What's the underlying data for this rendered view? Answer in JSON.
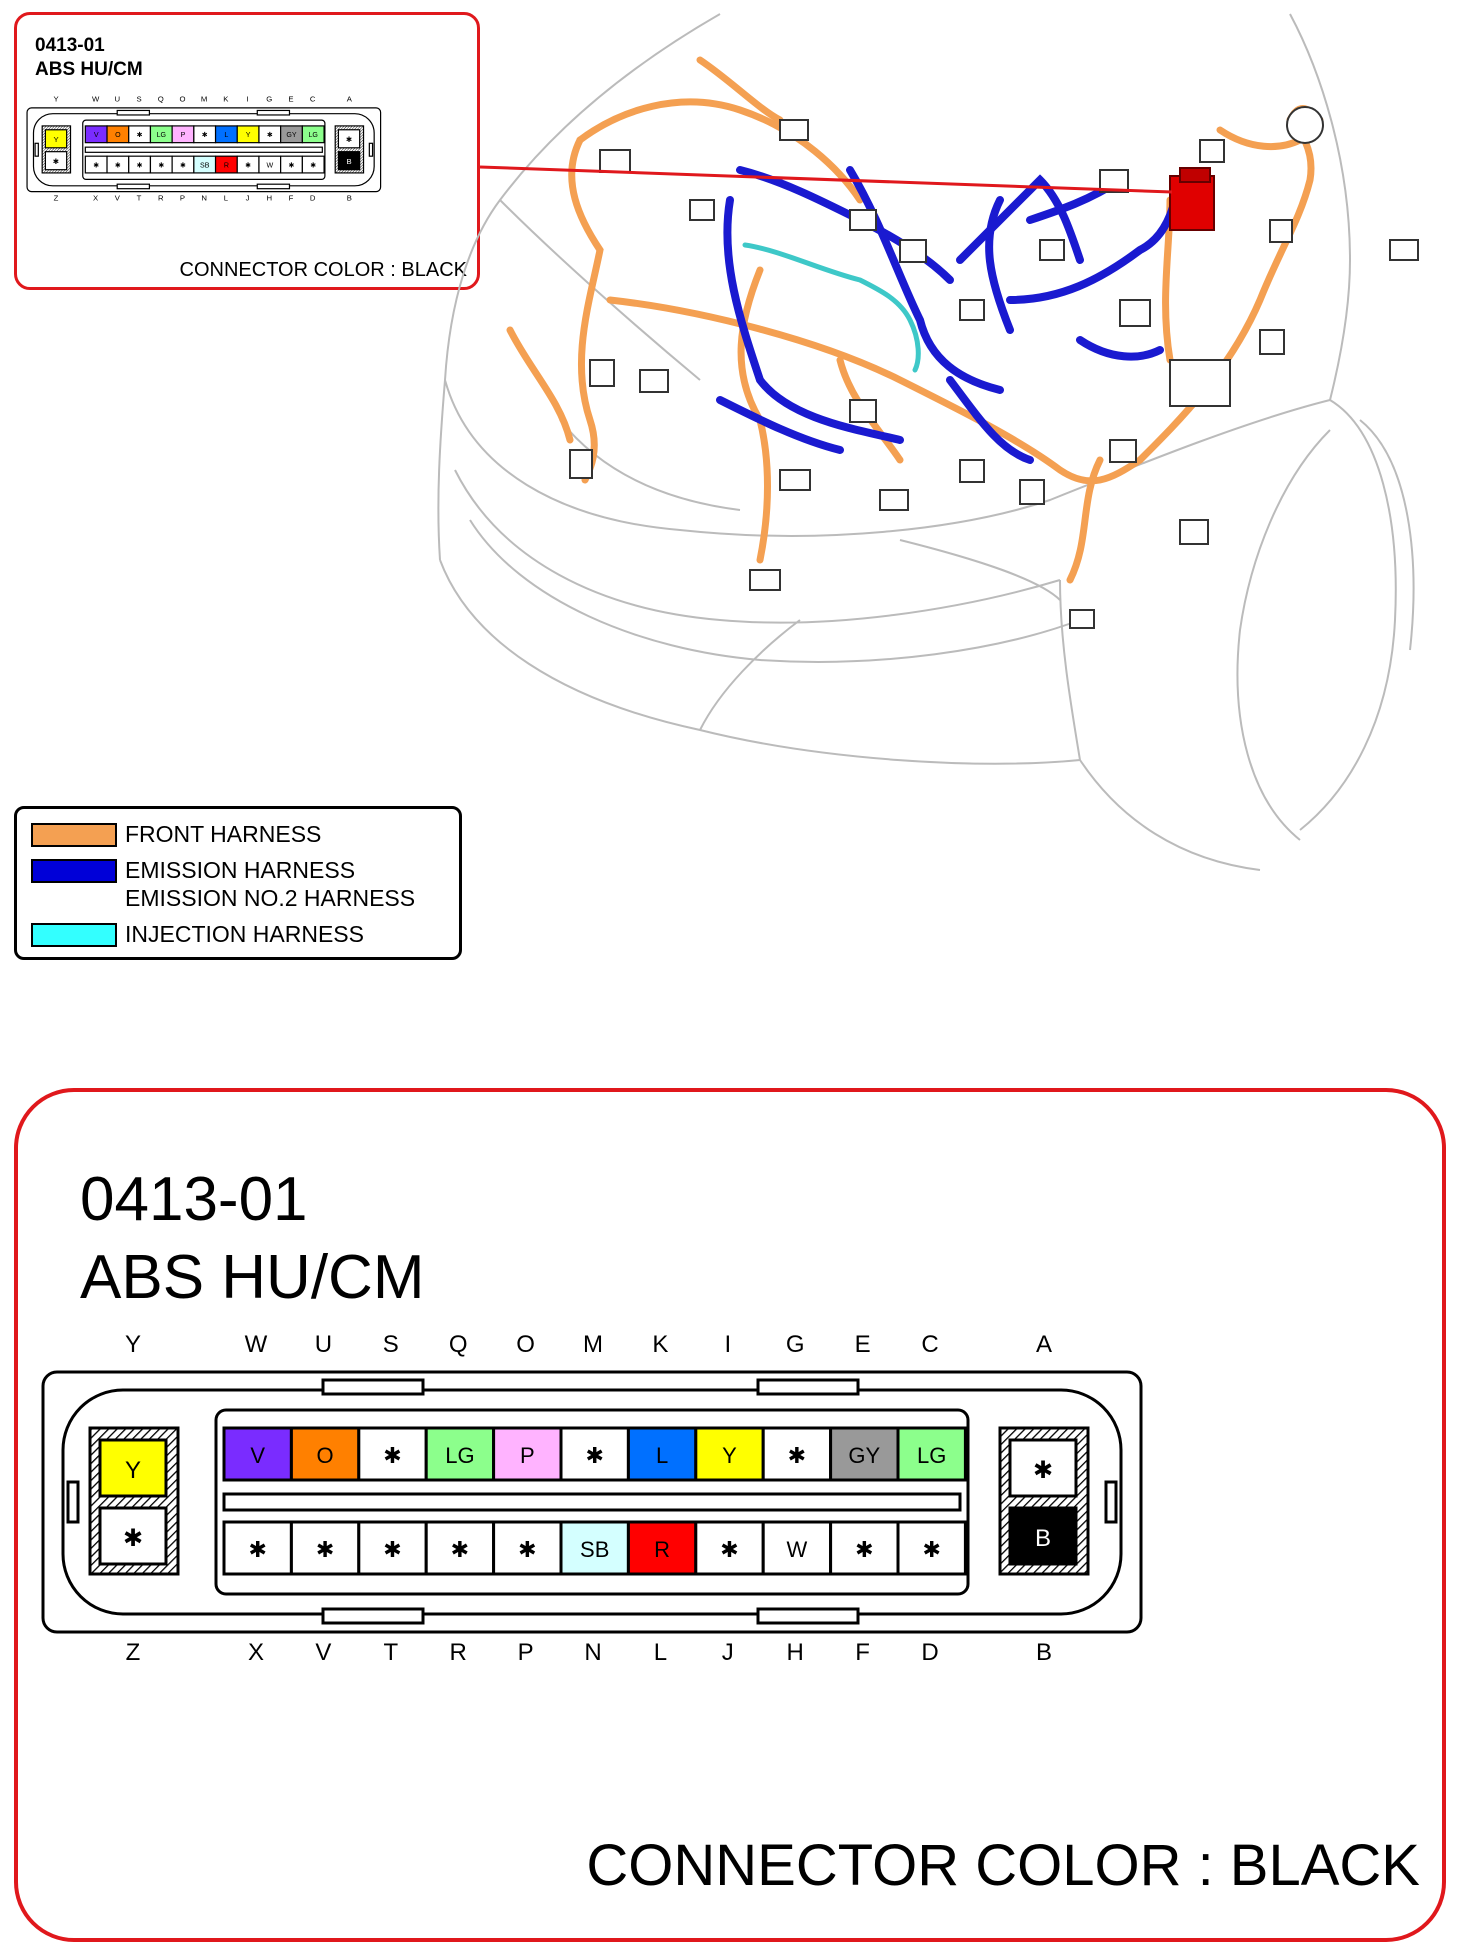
{
  "connector": {
    "code": "0413-01",
    "name": "ABS HU/CM",
    "color_text": "CONNECTOR COLOR : BLACK",
    "top_letters": [
      "Y",
      "W",
      "U",
      "S",
      "Q",
      "O",
      "M",
      "K",
      "I",
      "G",
      "E",
      "C",
      "A"
    ],
    "bottom_letters": [
      "Z",
      "X",
      "V",
      "T",
      "R",
      "P",
      "N",
      "L",
      "J",
      "H",
      "F",
      "D",
      "B"
    ],
    "side_left": [
      {
        "label": "Y",
        "color": "#ffff00",
        "text_color": "#000000"
      },
      {
        "label": "✱",
        "color": "#ffffff",
        "text_color": "#000000"
      }
    ],
    "side_right": [
      {
        "label": "✱",
        "color": "#ffffff",
        "text_color": "#000000"
      },
      {
        "label": "B",
        "color": "#000000",
        "text_color": "#ffffff"
      }
    ],
    "top_pins": [
      {
        "label": "V",
        "color": "#7a2cff"
      },
      {
        "label": "O",
        "color": "#ff8000"
      },
      {
        "label": "✱",
        "color": "#ffffff"
      },
      {
        "label": "LG",
        "color": "#8cff8c"
      },
      {
        "label": "P",
        "color": "#ffb3ff"
      },
      {
        "label": "✱",
        "color": "#ffffff"
      },
      {
        "label": "L",
        "color": "#0070ff"
      },
      {
        "label": "Y",
        "color": "#ffff00"
      },
      {
        "label": "✱",
        "color": "#ffffff"
      },
      {
        "label": "GY",
        "color": "#999999"
      },
      {
        "label": "LG",
        "color": "#8cff8c"
      }
    ],
    "bottom_pins": [
      {
        "label": "✱",
        "color": "#ffffff"
      },
      {
        "label": "✱",
        "color": "#ffffff"
      },
      {
        "label": "✱",
        "color": "#ffffff"
      },
      {
        "label": "✱",
        "color": "#ffffff"
      },
      {
        "label": "✱",
        "color": "#ffffff"
      },
      {
        "label": "SB",
        "color": "#d4ffff"
      },
      {
        "label": "R",
        "color": "#ff0000"
      },
      {
        "label": "✱",
        "color": "#ffffff"
      },
      {
        "label": "W",
        "color": "#ffffff"
      },
      {
        "label": "✱",
        "color": "#ffffff"
      },
      {
        "label": "✱",
        "color": "#ffffff"
      }
    ]
  },
  "legend": {
    "items": [
      {
        "label": "FRONT HARNESS",
        "color": "#f4a052"
      },
      {
        "label": "EMISSION HARNESS\nEMISSION NO.2 HARNESS",
        "color": "#0000d8"
      },
      {
        "label": "INJECTION HARNESS",
        "color": "#33ffff"
      }
    ],
    "prefix": ": "
  },
  "colors": {
    "frame_red": "#e0181c",
    "front_harness": "#f4a052",
    "emission_harness": "#1a1ad0",
    "injection_harness": "#3ec8c8",
    "abs_unit": "#e00000"
  }
}
